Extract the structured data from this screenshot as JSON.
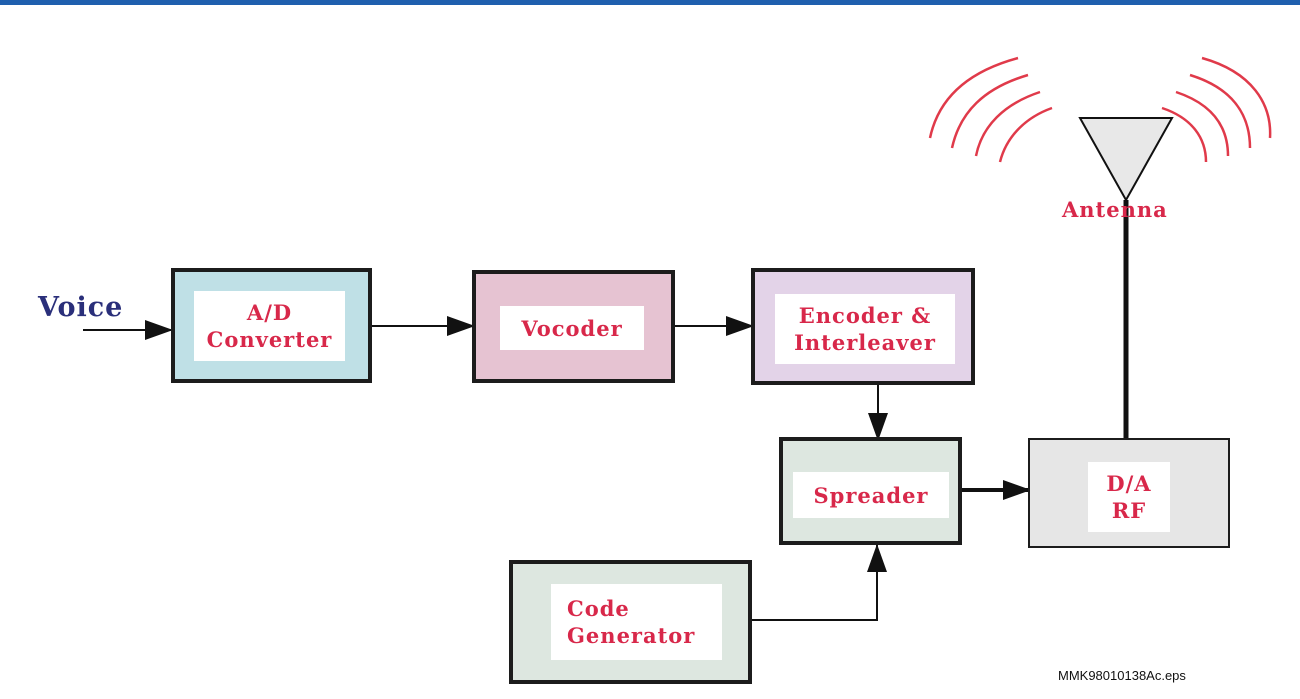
{
  "input_label": "Voice",
  "blocks": {
    "ad_converter": {
      "line1": "A/D",
      "line2": "Converter",
      "fill": "#bfe0e6"
    },
    "vocoder": {
      "line1": "Vocoder",
      "fill": "#e6c3d2"
    },
    "encoder": {
      "line1": "Encoder &",
      "line2": "Interleaver",
      "fill": "#e3d3e8"
    },
    "spreader": {
      "line1": "Spreader",
      "fill": "#dde7e0"
    },
    "code_generator": {
      "line1": "Code",
      "line2": "Generator",
      "fill": "#dde7e0"
    },
    "da_rf": {
      "line1": "D/A",
      "line2": "RF",
      "fill": "#e6e6e6"
    }
  },
  "antenna_label": "Antenna",
  "file_label": "MMK98010138Ac.eps",
  "colors": {
    "label_red": "#d8284a",
    "voice_blue": "#2a2f7a",
    "wave_red": "#e03a4a",
    "header_blue": "#1f5fae"
  }
}
